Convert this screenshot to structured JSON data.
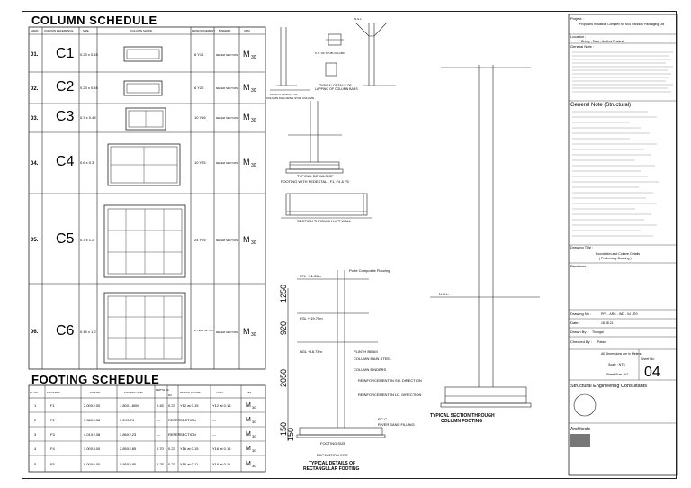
{
  "column_schedule": {
    "title": "COLUMN SCHEDULE",
    "headers": [
      "MARK",
      "COLUMN REFERENCE",
      "SIZE",
      "COLUMN SHAPE",
      "REINFORCEMENT",
      "BINDERS",
      "ADM"
    ],
    "rows": [
      {
        "idx": "01.",
        "mark": "C1",
        "size": "0.23 x 0.45",
        "reinf": "6 Y16",
        "binders": "REFER SECTION",
        "grade": "M",
        "sub": "30"
      },
      {
        "idx": "02.",
        "mark": "C2",
        "size": "0.23 x 0.45",
        "reinf": "6 Y20",
        "binders": "REFER SECTION",
        "grade": "M",
        "sub": "30"
      },
      {
        "idx": "03.",
        "mark": "C3",
        "size": "0.3 x 0.45",
        "reinf": "10 Y16",
        "binders": "REFER SECTION",
        "grade": "M",
        "sub": "30"
      },
      {
        "idx": "04.",
        "mark": "C4",
        "size": "0.6 x 0.3",
        "reinf": "10 Y25",
        "binders": "REFER SECTION",
        "grade": "M",
        "sub": "30"
      },
      {
        "idx": "05.",
        "mark": "C5",
        "size": "0.3 x 1.2",
        "reinf": "24 Y25",
        "binders": "REFER SECTION",
        "grade": "M",
        "sub": "30"
      },
      {
        "idx": "06.",
        "mark": "C6",
        "size": "0.45 x 1.2",
        "reinf": "8 Y32 + 12 Y25",
        "binders": "REFER SECTION",
        "grade": "M",
        "sub": "30"
      }
    ]
  },
  "footing_schedule": {
    "title": "FOOTING SCHEDULE",
    "headers": [
      "SL.NO",
      "FOOT.REF",
      "EX.SIZE",
      "FOOTING SIZE",
      "DEPTH D1",
      "D2",
      "REINFT. SHORT",
      "LONG",
      "MIX"
    ],
    "rows": [
      {
        "sl": "1",
        "ref": "F1",
        "ex": "2.00X2.00",
        "size": "1.80X1.80M",
        "d1": "0.45",
        "d2": "0.23",
        "short": "Y12 at 0.15",
        "long": "Y12 at 0.15",
        "mix": "M",
        "sub": "30"
      },
      {
        "sl": "2",
        "ref": "F2",
        "ex": "3.38X3.38",
        "size": "3.2X3.74",
        "d1": "---",
        "d2": "REFER",
        "short": "SECTION",
        "long": "---",
        "mix": "M",
        "sub": "30"
      },
      {
        "sl": "3",
        "ref": "F3",
        "ex": "4.01X2.38",
        "size": "3.86X2.23",
        "d1": "---",
        "d2": "REFER",
        "short": "SECTION",
        "long": "---",
        "mix": "M",
        "sub": "30"
      },
      {
        "sl": "4",
        "ref": "F4",
        "ex": "3.00X3.00",
        "size": "2.85X2.85",
        "d1": "0.70",
        "d2": "0.23",
        "short": "Y16 at 0.15",
        "long": "Y16 at 0.15",
        "mix": "M",
        "sub": "30"
      },
      {
        "sl": "5",
        "ref": "F5",
        "ex": "6.00X6.00",
        "size": "5.85X5.85",
        "d1": "1.25",
        "d2": "0.23",
        "short": "Y16 at 0.11",
        "long": "Y16 at 0.11",
        "mix": "M",
        "sub": "30"
      }
    ]
  },
  "details": {
    "cs_stub": "C.S. OF STUB COLUMN",
    "typ_det_a": "TYPICAL DETAILS OF",
    "typ_det_b": "COLUMN INCLUDING STUB COLUMN",
    "typ_det_c": "TYPICAL DETAILS OF",
    "typ_det_d": "LAPPING OF COLUMN BARS",
    "footing_pedestal_a": "TYPICAL DETAILS OF",
    "footing_pedestal_b": "FOOTING WITH PEDESTAL - F1, F4 & F5",
    "lift_wall": "SECTION THROUGH LIFT WALL",
    "rect_footing_a": "TYPICAL DETAILS OF",
    "rect_footing_b": "RECTANGULAR FOOTING",
    "col_footing_a": "TYPICAL SECTION THROUGH",
    "col_footing_b": "COLUMN FOOTING",
    "ffl": "FFL +21.05m",
    "fgl": "FGL + 19.75m",
    "ngl": "NGL +18.73m",
    "flooring": "Porte Composite Flooring",
    "plinth_beam": "PLINTH BEAM",
    "main_steel": "COLUMN MAIN STEEL",
    "binders": "COLUMN BINDERS",
    "reinf_sh": "REINFORCEMENT IN SH. DIRECTION",
    "reinf_ld": "REINFORCEMENT IN LD. DIRECTION",
    "pcc": "P.C.C",
    "river_sand": "RIVER SAND FILLING",
    "footing_size": "FOOTING SIZE",
    "excavation_size": "EXCAVATION SIZE",
    "dim_1250": "1250",
    "dim_920": "920",
    "dim_2050": "2050",
    "dim_150": "150",
    "dim_150b": "150",
    "ngl_short": "N.G.L.",
    "ngl_top": "N.G.L."
  },
  "title_block": {
    "project_label": "Project :",
    "project": "Proposed Industrial Complex for M/S Parkson Packaging Ltd",
    "location_label": "Location :",
    "location": "Bhimy , Tada , Andhra Pradesh",
    "general_note_label": "General Note :",
    "general_note_struct": "General Note (Structural)",
    "drawing_title_label": "Drawing Title :",
    "drawing_title_1": "Foundation and Column Details",
    "drawing_title_2": "( Preliminary Drawing )",
    "revisions_label": "Revisions :",
    "drawing_no_label": "Drawing No :",
    "drawing_no": "PPL - ARC - IND - 04 - R0",
    "date_label": "Date :",
    "date": "18.08.21",
    "drawn_label": "Drawn By :",
    "drawn": "Thangal",
    "checked_label": "Checked By :",
    "checked": "Palani",
    "dims_note": "All Dimensions are in Meters",
    "scale_label": "Scale : NTS",
    "sheet_label": "Sheet No:",
    "sheet_size": "Sheet Size : A2",
    "sheet_no": "04",
    "consultants": "Structural Engineering Consultants",
    "architects": "Architects"
  }
}
